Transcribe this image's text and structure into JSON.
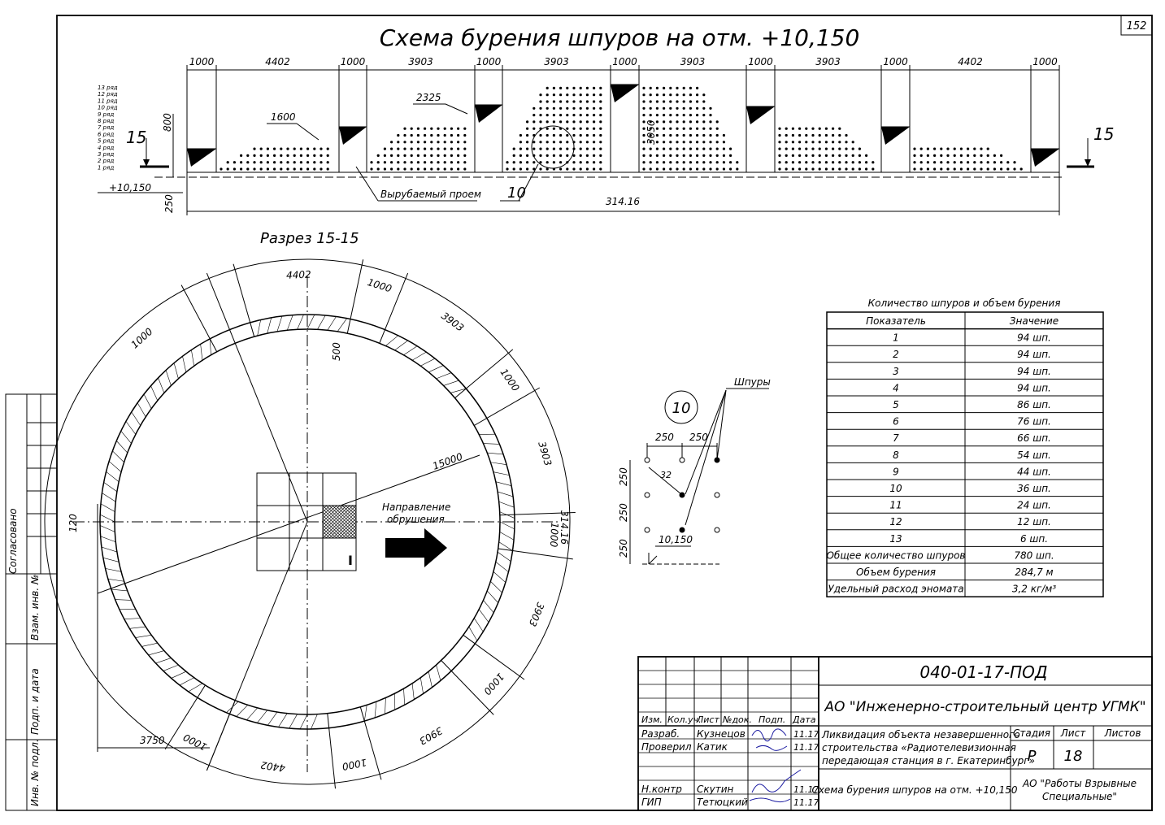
{
  "sheet": {
    "title": "Схема бурения шпуров на отм. +10,150",
    "sheet_number": "152",
    "section_title": "Разрез 15-15",
    "section_mark": "15"
  },
  "elevation": {
    "level_label": "+10,150",
    "top_dims": [
      "1000",
      "4402",
      "1000",
      "3903",
      "1000",
      "3903",
      "1000",
      "3903",
      "1000",
      "3903",
      "1000",
      "4402",
      "1000"
    ],
    "total_length": "314.16",
    "height_800": "800",
    "height_250": "250",
    "dim_1600": "1600",
    "dim_2325": "2325",
    "dim_3050": "3050",
    "cut_opening": "Вырубаемый проем",
    "detail_ref": "10",
    "rows": [
      "13 ряд",
      "12 ряд",
      "11 ряд",
      "10 ряд",
      "9 ряд",
      "8 ряд",
      "7 ряд",
      "6 ряд",
      "5 ряд",
      "4 ряд",
      "3 ряд",
      "2 ряд",
      "1 ряд"
    ]
  },
  "plan": {
    "diameter": "15000",
    "r_3750": "3750",
    "dim_120": "120",
    "dim_500": "500",
    "arc_4402": "4402",
    "arc_1000": "1000",
    "arc_3903": "3903",
    "circumference": "314.16",
    "direction_line1": "Направление",
    "direction_line2": "обрушения",
    "mark_I": "I"
  },
  "detail": {
    "ref": "10",
    "label_holes": "Шпуры",
    "dim_250": "250",
    "dim_32": "32",
    "level": "10,150"
  },
  "table": {
    "title": "Количество шпуров и объем бурения",
    "headers": [
      "Показатель",
      "Значение"
    ],
    "rows": [
      [
        "1",
        "94 шп."
      ],
      [
        "2",
        "94 шп."
      ],
      [
        "3",
        "94 шп."
      ],
      [
        "4",
        "94 шп."
      ],
      [
        "5",
        "86 шп."
      ],
      [
        "6",
        "76 шп."
      ],
      [
        "7",
        "66 шп."
      ],
      [
        "8",
        "54 шп."
      ],
      [
        "9",
        "44 шп."
      ],
      [
        "10",
        "36 шп."
      ],
      [
        "11",
        "24 шп."
      ],
      [
        "12",
        "12 шп."
      ],
      [
        "13",
        "6 шп."
      ],
      [
        "Общее количество шпуров",
        "780 шп."
      ],
      [
        "Объем бурения",
        "284,7 м"
      ],
      [
        "Удельный расход эномата",
        "3,2 кг/м³"
      ]
    ]
  },
  "stamp": {
    "code": "040-01-17-ПОД",
    "company": "АО \"Инженерно-строительный центр УГМК\"",
    "head": [
      "Изм.",
      "Кол.уч.",
      "Лист",
      "№док.",
      "Подп.",
      "Дата"
    ],
    "people": [
      [
        "Разраб.",
        "Кузнецов",
        "11.17"
      ],
      [
        "Проверил",
        "Катик",
        "11.17"
      ],
      [
        "Н.контр",
        "Скутин",
        "11.17"
      ],
      [
        "ГИП",
        "Тетюцкий",
        "11.17"
      ]
    ],
    "object_lines": [
      "Ликвидация объекта незавершенного",
      "строительства «Радиотелевизионная",
      "передающая станция в г. Екатеринбург»"
    ],
    "stage_label": "Стадия",
    "sheet_label": "Лист",
    "sheets_label": "Листов",
    "stage": "Р",
    "sheet": "18",
    "drawing_title": "Схема бурения шпуров на отм. +10,150",
    "org_line1": "АО \"Работы Взрывные",
    "org_line2": "Специальные\""
  },
  "side_stamp": [
    "Согласовано",
    "Взам. инв. №",
    "Подп. и дата",
    "Инв. № подл."
  ]
}
